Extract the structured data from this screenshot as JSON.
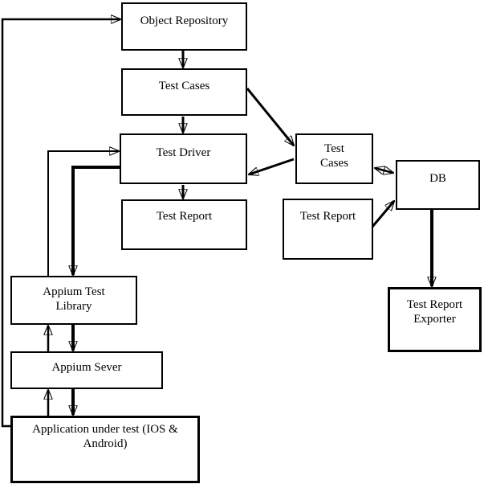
{
  "colors": {
    "background": "#ffffff",
    "line": "#000000",
    "text": "#000000"
  },
  "nodes": {
    "object_repository": {
      "label": "Object Repository"
    },
    "test_cases_center": {
      "label": "Test Cases"
    },
    "test_driver": {
      "label": "Test Driver"
    },
    "test_report_left": {
      "label": "Test Report"
    },
    "test_cases_right": {
      "label": "Test\nCases"
    },
    "db": {
      "label": "DB"
    },
    "test_report_right": {
      "label": "Test Report"
    },
    "test_report_exporter": {
      "label": "Test Report\nExporter"
    },
    "appium_test_library": {
      "label": "Appium Test\nLibrary"
    },
    "appium_sever": {
      "label": "Appium Sever"
    },
    "application_under_test": {
      "label": "Application under test (IOS &\nAndroid)"
    }
  },
  "edges": [
    {
      "from": "object_repository",
      "to": "test_cases_center",
      "bidirectional": false
    },
    {
      "from": "test_cases_center",
      "to": "test_driver",
      "bidirectional": false
    },
    {
      "from": "test_driver",
      "to": "test_report_left",
      "bidirectional": false
    },
    {
      "from": "test_cases_center",
      "to": "test_cases_right",
      "bidirectional": false
    },
    {
      "from": "test_cases_right",
      "to": "test_driver",
      "bidirectional": false
    },
    {
      "from": "test_cases_right",
      "to": "db",
      "bidirectional": true
    },
    {
      "from": "test_report_right",
      "to": "db",
      "bidirectional": false
    },
    {
      "from": "db",
      "to": "test_report_exporter",
      "bidirectional": false
    },
    {
      "from": "appium_test_library",
      "to": "test_driver",
      "bidirectional": false
    },
    {
      "from": "test_driver",
      "to": "appium_test_library",
      "bidirectional": false
    },
    {
      "from": "appium_sever",
      "to": "appium_test_library",
      "bidirectional": false
    },
    {
      "from": "appium_test_library",
      "to": "appium_sever",
      "bidirectional": false
    },
    {
      "from": "application_under_test",
      "to": "appium_sever",
      "bidirectional": false
    },
    {
      "from": "appium_sever",
      "to": "application_under_test",
      "bidirectional": false
    },
    {
      "from": "application_under_test",
      "to": "object_repository",
      "bidirectional": false
    }
  ]
}
